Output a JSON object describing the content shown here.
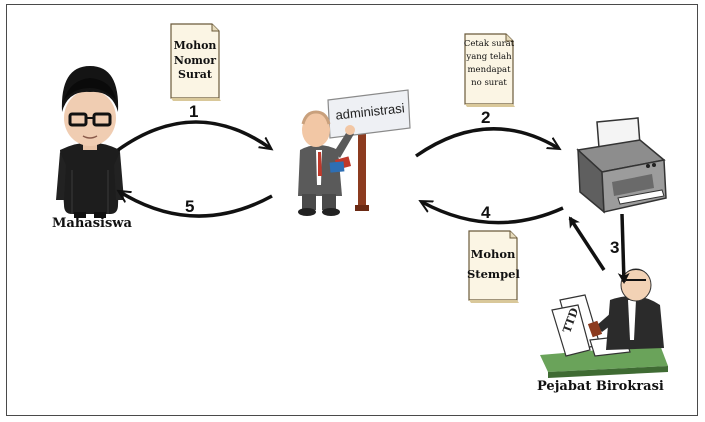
{
  "actors": {
    "student": "Mahasiswa",
    "administration_sign": "administrasi",
    "official": "Pejabat Birokrasi"
  },
  "steps": [
    "1",
    "2",
    "3",
    "4",
    "5"
  ],
  "documents": {
    "doc1": [
      "Mohon",
      "Nomor",
      "Surat"
    ],
    "doc2": [
      "Cetak surat",
      "yang telah",
      "mendapat",
      "no surat"
    ],
    "doc4": [
      "Mohon",
      "Stempel"
    ]
  },
  "stamp_text": "TTD"
}
